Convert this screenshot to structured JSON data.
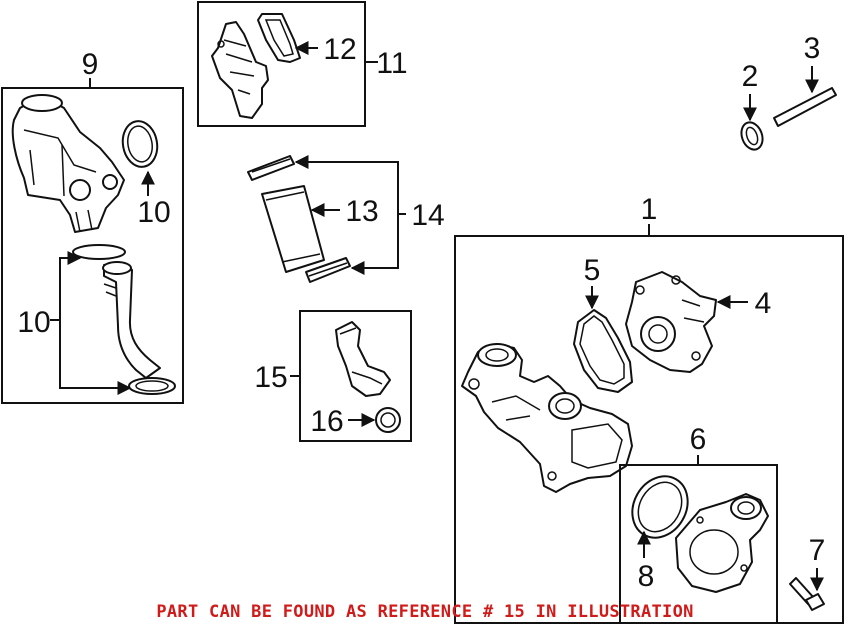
{
  "callouts": {
    "c1": "1",
    "c2": "2",
    "c3": "3",
    "c4": "4",
    "c5": "5",
    "c6": "6",
    "c7": "7",
    "c8": "8",
    "c9": "9",
    "c10a": "10",
    "c10b": "10",
    "c11": "11",
    "c12": "12",
    "c13": "13",
    "c14": "14",
    "c15": "15",
    "c16": "16"
  },
  "note": "PART CAN BE FOUND AS REFERENCE # 15 IN ILLUSTRATION",
  "colors": {
    "line": "#111111",
    "note": "#d01b1b",
    "background": "#ffffff"
  }
}
